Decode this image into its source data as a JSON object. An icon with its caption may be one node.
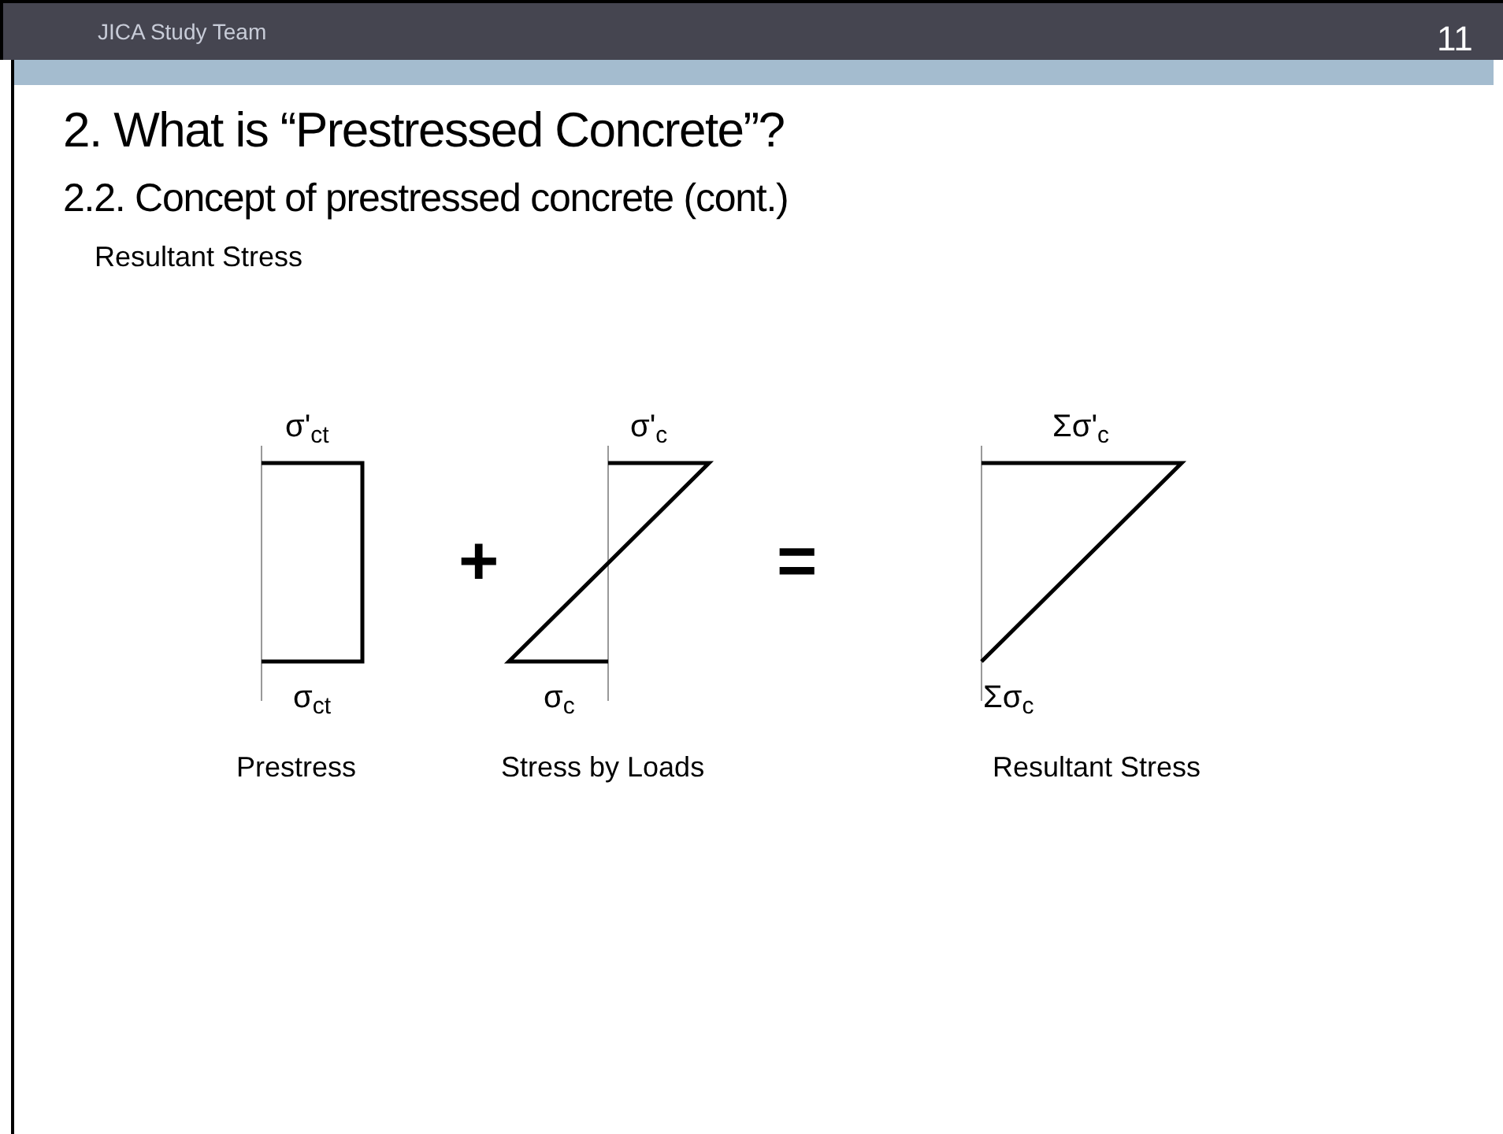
{
  "diagram": {
    "title": "2. What is “Prestressed Concrete”?",
    "labels": [
      "JICA Study Team",
      "11",
      "2.2. Concept of prestressed concrete (cont.)",
      "Resultant Stress",
      "σ'$_{ct}$",
      "σ'$_{c}$",
      "Σσ'$_{c}$",
      "+",
      "=",
      "σ$_{ct}$",
      "σ$_{c}$",
      "Σσ$_{c}$",
      "Prestress",
      "Stress by Loads",
      "Resultant Stress"
    ]
  }
}
